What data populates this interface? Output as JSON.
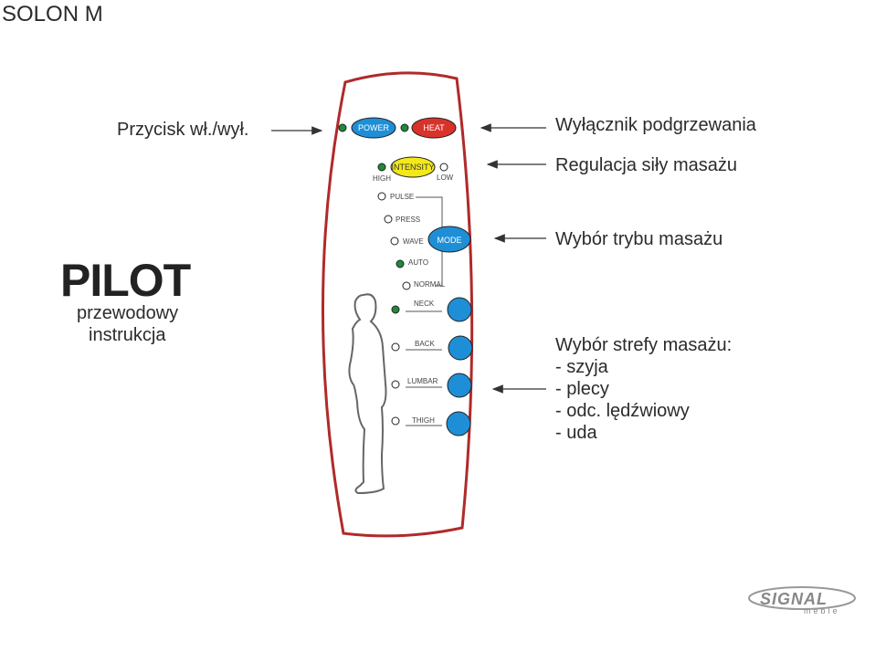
{
  "page": {
    "title": "SOLON M"
  },
  "annotations": {
    "power": "Przycisk wł./wył.",
    "heat": "Wyłącznik podgrzewania",
    "intensity": "Regulacja siły masażu",
    "mode": "Wybór trybu masażu",
    "zones_title": "Wybór strefy masażu:",
    "zones": [
      "- szyja",
      "- plecy",
      "- odc. lędźwiowy",
      "- uda"
    ]
  },
  "pilot": {
    "title": "PILOT",
    "subtitle1": "przewodowy",
    "subtitle2": "instrukcja"
  },
  "remote": {
    "buttons": {
      "power": "POWER",
      "heat": "HEAT",
      "intensity": "INTENSITY",
      "mode": "MODE"
    },
    "intensity_labels": {
      "high": "HIGH",
      "low": "LOW"
    },
    "modes": [
      "PULSE",
      "PRESS",
      "WAVE",
      "AUTO",
      "NORMAL"
    ],
    "zones": [
      "NECK",
      "BACK",
      "LUMBAR",
      "THIGH"
    ],
    "colors": {
      "body_outline": "#b02a2a",
      "power_button": "#1e8fd6",
      "heat_button": "#d9322b",
      "intensity_button": "#f3e81a",
      "mode_button": "#1e8fd6",
      "zone_button": "#1e8fd6",
      "led_on": "#1f8a3a",
      "led_off": "#ffffff"
    }
  },
  "logo": {
    "brand": "SIGNAL",
    "sub": "meble"
  }
}
